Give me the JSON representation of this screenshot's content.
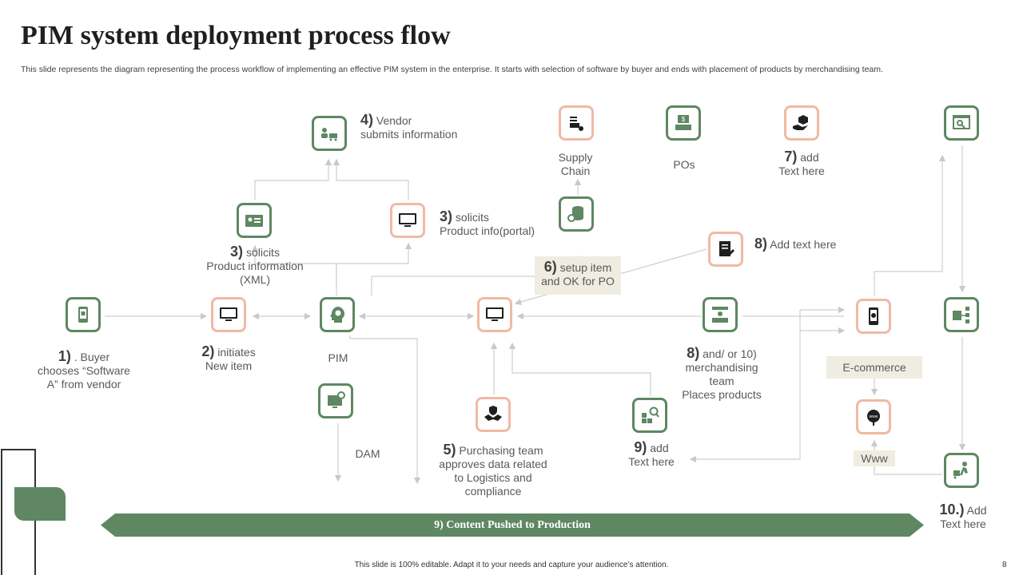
{
  "title": "PIM system deployment process flow",
  "subtitle": "This slide represents the diagram representing the process workflow of implementing an effective PIM system in the enterprise. It starts with selection of software by buyer and ends with placement of products by merchandising team.",
  "colors": {
    "green": "#5e8762",
    "peach": "#f0b9a4",
    "highlight": "#efece1"
  },
  "nodes": {
    "buyer": {
      "icon": "mobile-shopping-icon",
      "num": "1)",
      "text_lines": [
        ". Buyer",
        "chooses “Software",
        "A” from vendor"
      ]
    },
    "new_item": {
      "icon": "monitor-icon",
      "num": "2)",
      "text_lines": [
        "initiates",
        "New item"
      ]
    },
    "pim": {
      "icon": "head-bulb-icon",
      "label": "PIM"
    },
    "dam": {
      "icon": "monitor-settings-icon",
      "label": "DAM"
    },
    "xml": {
      "icon": "id-card-icon",
      "num": "3)",
      "text_lines": [
        "solicits",
        "Product information",
        "(XML)"
      ]
    },
    "portal": {
      "icon": "monitor-icon",
      "num": "3)",
      "text_lines": [
        "solicits",
        "Product info(portal)"
      ]
    },
    "vendor": {
      "icon": "vendor-delivery-icon",
      "num": "4)",
      "text_lines": [
        "Vendor",
        "submits information"
      ]
    },
    "purchasing": {
      "icon": "handshake-shield-icon",
      "num": "5)",
      "text_lines": [
        "Purchasing team",
        "approves data related",
        "to Logistics and",
        "compliance"
      ]
    },
    "center": {
      "icon": "monitor-icon"
    },
    "setup": {
      "num": "6)",
      "text_lines": [
        "setup item",
        "and OK for PO"
      ]
    },
    "db": {
      "icon": "database-settings-icon"
    },
    "supply": {
      "icon": "supply-chain-icon",
      "text_lines": [
        "Supply",
        "Chain"
      ]
    },
    "pos": {
      "icon": "pos-terminal-icon",
      "label": "POs"
    },
    "add7": {
      "icon": "hand-box-icon",
      "num": "7)",
      "text_lines": [
        "add",
        "Text here"
      ]
    },
    "add8": {
      "icon": "document-pen-icon",
      "num": "8)",
      "text": "Add text here"
    },
    "merch": {
      "icon": "shop-display-icon",
      "num": "8)",
      "text_lines": [
        "and/ or 10)",
        "merchandising",
        "team",
        "Places products"
      ]
    },
    "add9": {
      "icon": "warehouse-search-icon",
      "num": "9)",
      "text_lines": [
        "add",
        "Text here"
      ]
    },
    "ecom": {
      "icon": "phone-shop-icon",
      "label": "E-commerce"
    },
    "www": {
      "icon": "cloud-www-icon",
      "label": "Www"
    },
    "top_right": {
      "icon": "browser-search-icon"
    },
    "store": {
      "icon": "store-network-icon"
    },
    "delivery": {
      "icon": "delivery-worker-icon",
      "num": "10.)",
      "text_lines": [
        "Add",
        "Text here"
      ]
    }
  },
  "banner": "9) Content Pushed to Production",
  "footer": "This slide is 100% editable. Adapt it to your needs and capture your audience’s attention.",
  "page_number": "8"
}
